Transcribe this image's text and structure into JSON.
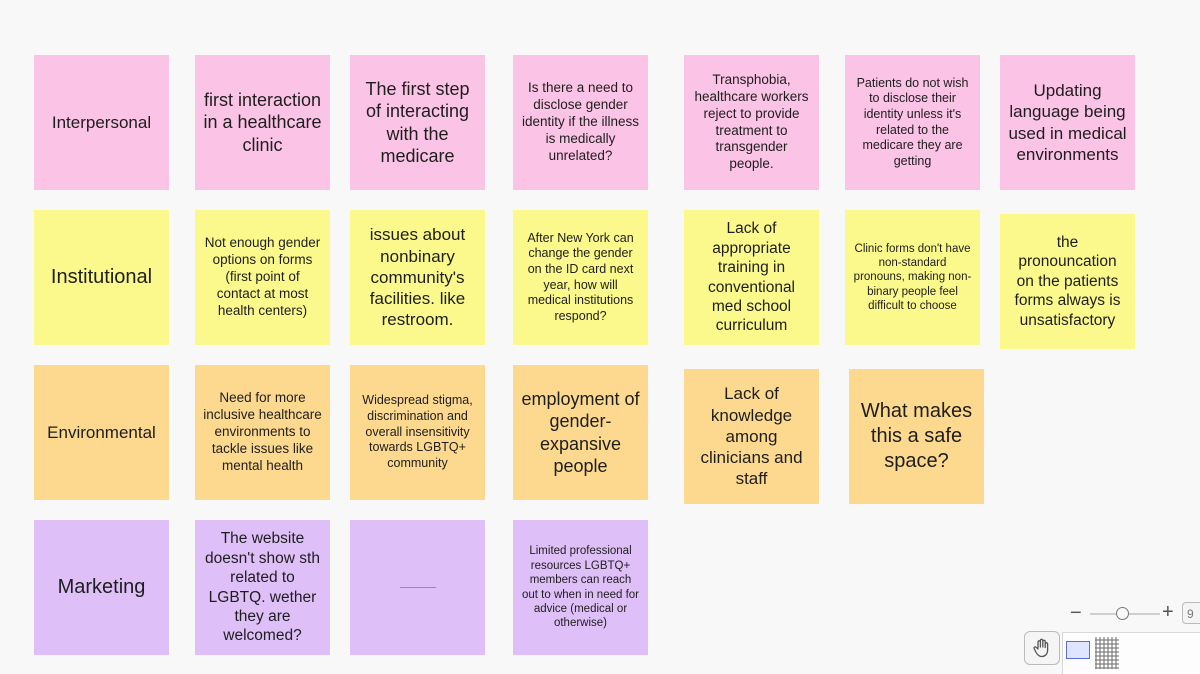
{
  "board": {
    "rows": {
      "interpersonal": {
        "label": "Interpersonal",
        "notes": [
          "first interaction in a healthcare clinic",
          "The first step of interacting with the medicare",
          "Is there a need to disclose gender identity if the illness is medically unrelated?",
          "Transphobia, healthcare workers reject to provide treatment to transgender people.",
          "Patients do not wish to disclose their identity unless it's related to the medicare they are getting",
          "Updating language being used in medical environments"
        ]
      },
      "institutional": {
        "label": "Institutional",
        "notes": [
          "Not enough gender options on forms (first point of contact at most health centers)",
          "issues about nonbinary community's facilities. like restroom.",
          "After New York can change the gender on the ID card next year, how will medical institutions respond?",
          "Lack of appropriate training in conventional med school curriculum",
          "Clinic forms don't have non-standard pronouns, making non-binary people feel difficult to choose",
          "the pronouncation on the patients forms always is unsatisfactory"
        ]
      },
      "environmental": {
        "label": "Environmental",
        "notes": [
          "Need for more inclusive healthcare environments to tackle issues like mental health",
          "Widespread stigma, discrimination and overall insensitivity towards LGBTQ+ community",
          "employment of gender-expansive people",
          "Lack of knowledge among clinicians and staff",
          "What makes this a safe space?"
        ]
      },
      "marketing": {
        "label": "Marketing",
        "notes": [
          "The website doesn't show sth related to LGBTQ. wether they are welcomed?",
          "",
          "Limited professional resources LGBTQ+ members can reach out to when in need for advice (medical or otherwise)"
        ]
      }
    }
  },
  "controls": {
    "zoom_minus": "−",
    "zoom_plus": "+",
    "zoom_percent": "9",
    "hand_tool_icon": "hand-icon"
  },
  "colors": {
    "pink": "#fbc3e6",
    "yellow": "#fbf98b",
    "orange": "#fcd98e",
    "purple": "#dfbff8"
  }
}
